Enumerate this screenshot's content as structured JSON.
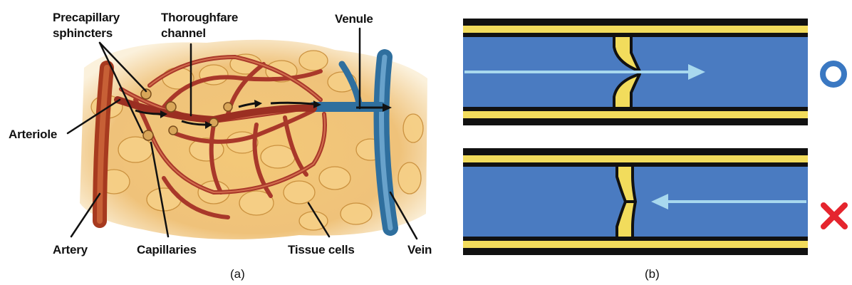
{
  "panel_a": {
    "labels": {
      "precapillary_line1": "Precapillary",
      "precapillary_line2": "sphincters",
      "thoroughfare_line1": "Thoroughfare",
      "thoroughfare_line2": "channel",
      "venule": "Venule",
      "arteriole": "Arteriole",
      "artery": "Artery",
      "capillaries": "Capillaries",
      "tissue_cells": "Tissue cells",
      "vein": "Vein"
    },
    "caption": "(a)"
  },
  "panel_b": {
    "caption": "(b)",
    "colors": {
      "lumen": "#4a7bc1",
      "wall": "#f2dc5c",
      "outline": "#111111",
      "arrow": "#a8d8ee",
      "correct": "#3a78c2",
      "wrong": "#e5252e"
    },
    "top_vessel": {
      "flow": "left-to-right",
      "valve": "open",
      "mark": "correct-circle"
    },
    "bottom_vessel": {
      "flow": "right-to-left",
      "valve": "closed",
      "mark": "wrong-cross"
    }
  }
}
